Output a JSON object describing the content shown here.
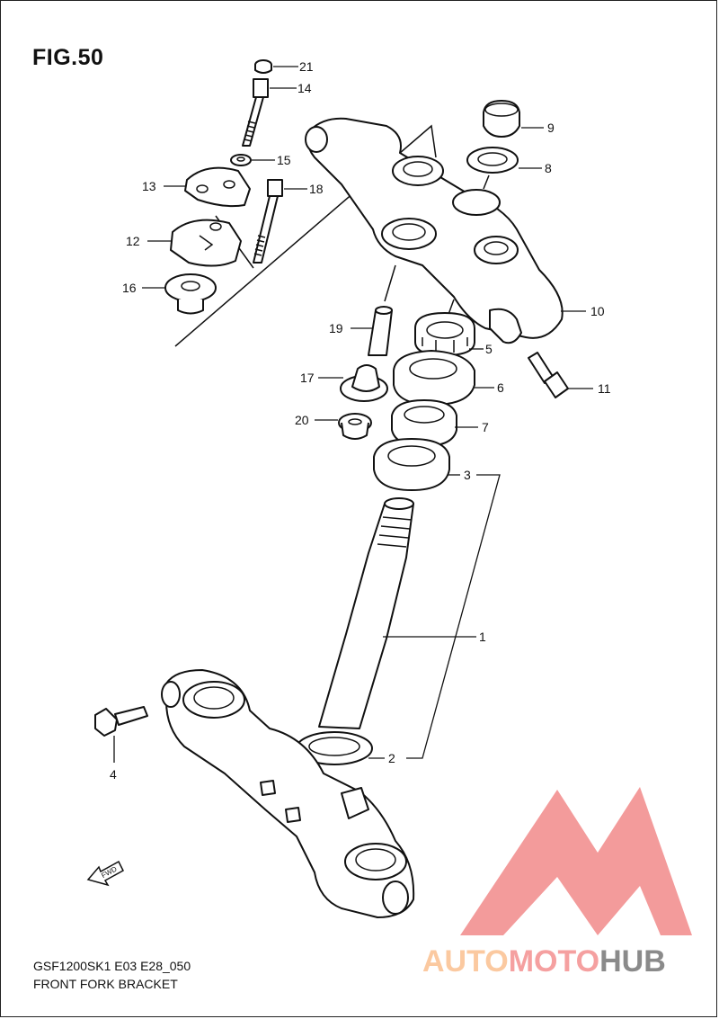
{
  "figure": {
    "title": "FIG.50",
    "model_code": "GSF1200SK1 E03 E28_050",
    "caption": "FRONT FORK BRACKET"
  },
  "callouts": [
    "1",
    "2",
    "3",
    "4",
    "5",
    "6",
    "7",
    "8",
    "9",
    "10",
    "11",
    "12",
    "13",
    "14",
    "15",
    "16",
    "17",
    "18",
    "19",
    "20",
    "21"
  ],
  "direction_marker": "FWD",
  "watermark": {
    "text_part1": "AUTO",
    "text_part2": "MOTO",
    "text_part3": "HUB",
    "color1": "#fbc9a0",
    "color2": "#f5a0a0",
    "color3": "#8a8a8a",
    "logo_color": "#f28a8a"
  }
}
